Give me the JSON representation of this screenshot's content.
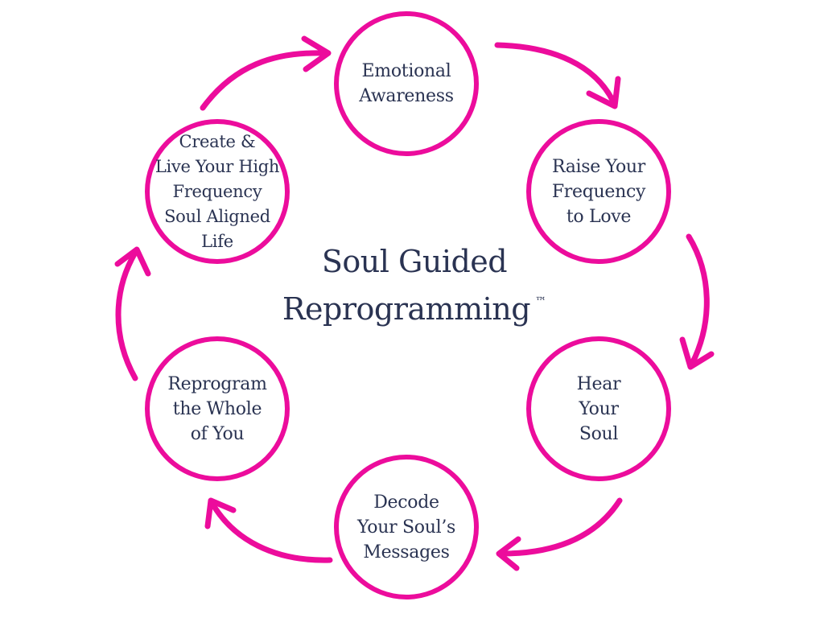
{
  "diagram": {
    "accent_color": "#ec0c9c",
    "text_color": "#2a3352",
    "title": {
      "line1": "Soul Guided",
      "line2": "Reprogramming",
      "mark": "™"
    },
    "steps": [
      {
        "id": "emotional-awareness",
        "label": "Emotional\nAwareness"
      },
      {
        "id": "raise-your-frequency",
        "label": "Raise Your\nFrequency\nto Love"
      },
      {
        "id": "hear-your-soul",
        "label": "Hear\nYour\nSoul"
      },
      {
        "id": "decode-messages",
        "label": "Decode\nYour Soul’s\nMessages"
      },
      {
        "id": "reprogram-whole",
        "label": "Reprogram\nthe Whole\nof You"
      },
      {
        "id": "create-live",
        "label": "Create &\nLive Your High\nFrequency\nSoul Aligned\nLife"
      }
    ]
  }
}
